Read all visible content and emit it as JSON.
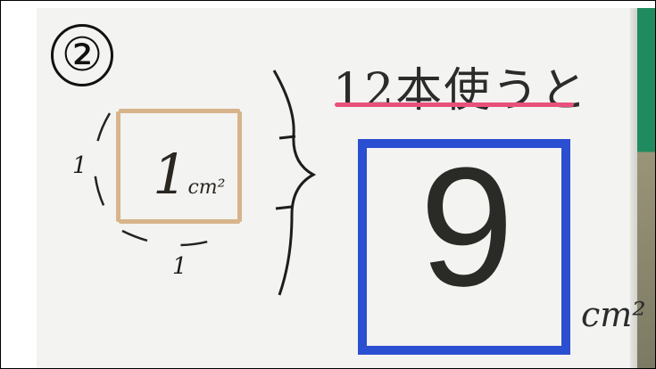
{
  "problem": {
    "number": "②",
    "heading": "12本使うと"
  },
  "unit_square": {
    "area_value": "1",
    "area_unit": "cm²",
    "side_left": "1",
    "side_bottom": "1"
  },
  "result": {
    "value": "9",
    "unit": "cm²"
  },
  "colors": {
    "underline": "#e9507a",
    "answer_square": "#2b4fd1",
    "toothpick": "#d7b48a"
  }
}
